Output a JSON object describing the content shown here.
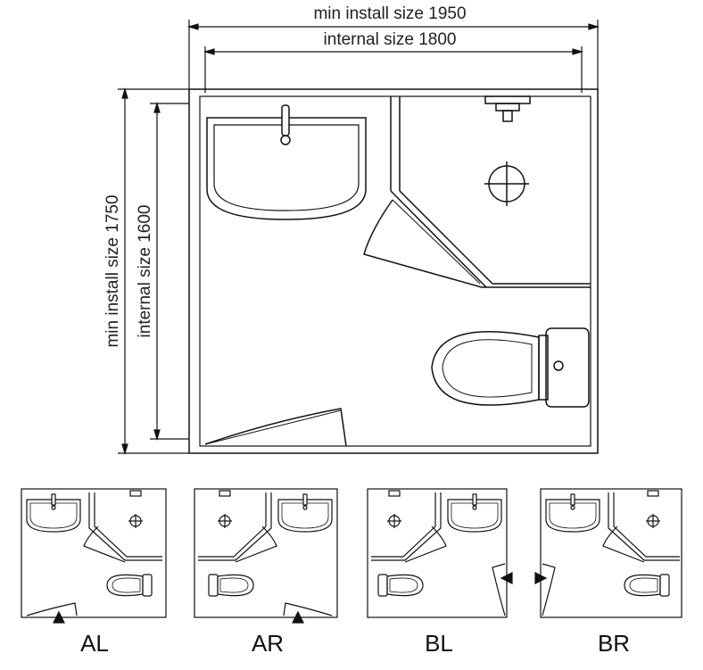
{
  "dimensions": {
    "min_install_width": "min install size 1950",
    "internal_width": "internal size 1800",
    "min_install_depth": "min install size 1750",
    "internal_depth": "internal size 1600"
  },
  "variants": [
    {
      "label": "AL"
    },
    {
      "label": "AR"
    },
    {
      "label": "BL"
    },
    {
      "label": "BR"
    }
  ],
  "colors": {
    "line": "#111111",
    "text": "#222222",
    "background": "#ffffff"
  }
}
